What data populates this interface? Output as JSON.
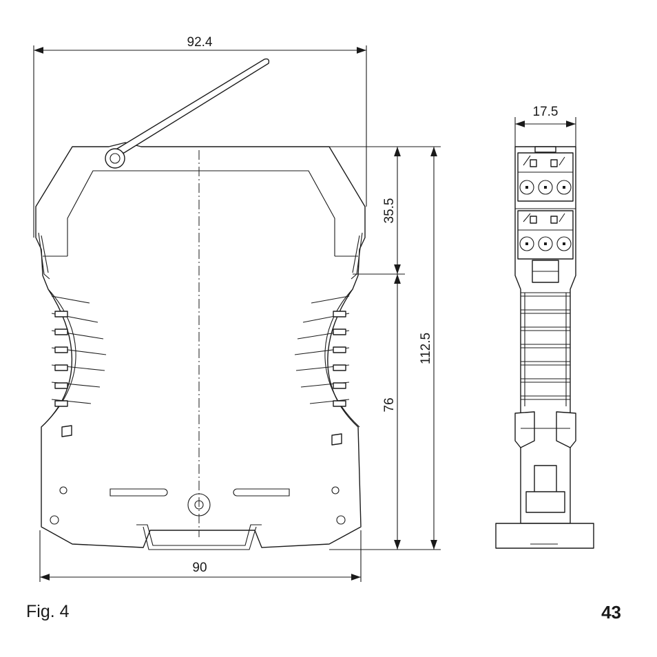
{
  "figure": {
    "caption": "Fig. 4",
    "page_number": "43"
  },
  "dimensions": {
    "overall_width": "92.4",
    "base_width": "90",
    "upper_height": "35.5",
    "lower_height": "76",
    "total_height": "112.5",
    "side_width": "17.5"
  }
}
